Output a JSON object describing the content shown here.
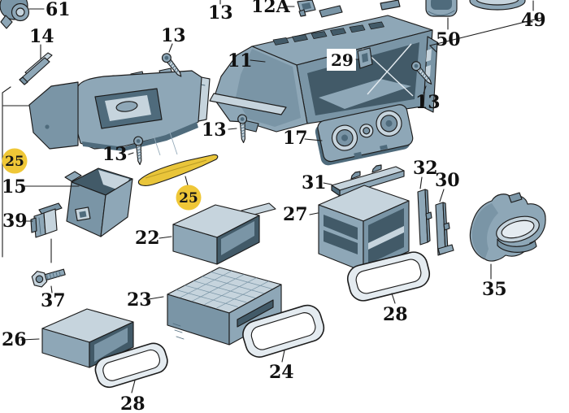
{
  "colors": {
    "background": "#ffffff",
    "part_base": "#8ea7b7",
    "part_mid": "#7a95a6",
    "part_dark": "#4f6b7c",
    "part_darker": "#425a68",
    "part_light": "#c6d4dd",
    "part_lighter": "#e4ebf0",
    "outline": "#1c1c1c",
    "highlight_fill": "#e9c53a",
    "highlight_badge": "#efc737",
    "label_text": "#111111"
  },
  "diagram": {
    "type": "exploded-parts-diagram",
    "highlighted_part_number": "25"
  },
  "labels": [
    {
      "text": "61",
      "highlighted": false
    },
    {
      "text": "14",
      "highlighted": false
    },
    {
      "text": "13",
      "highlighted": false
    },
    {
      "text": "13",
      "highlighted": false
    },
    {
      "text": "12A",
      "highlighted": false
    },
    {
      "text": "49",
      "highlighted": false
    },
    {
      "text": "50",
      "highlighted": false
    },
    {
      "text": "11",
      "highlighted": false
    },
    {
      "text": "29",
      "highlighted": false
    },
    {
      "text": "13",
      "highlighted": false
    },
    {
      "text": "13",
      "highlighted": false
    },
    {
      "text": "13",
      "highlighted": false
    },
    {
      "text": "17",
      "highlighted": false
    },
    {
      "text": "25",
      "highlighted": true
    },
    {
      "text": "15",
      "highlighted": false
    },
    {
      "text": "25",
      "highlighted": true
    },
    {
      "text": "31",
      "highlighted": false
    },
    {
      "text": "32",
      "highlighted": false
    },
    {
      "text": "30",
      "highlighted": false
    },
    {
      "text": "39",
      "highlighted": false
    },
    {
      "text": "27",
      "highlighted": false
    },
    {
      "text": "22",
      "highlighted": false
    },
    {
      "text": "35",
      "highlighted": false
    },
    {
      "text": "37",
      "highlighted": false
    },
    {
      "text": "23",
      "highlighted": false
    },
    {
      "text": "26",
      "highlighted": false
    },
    {
      "text": "28",
      "highlighted": false
    },
    {
      "text": "24",
      "highlighted": false
    },
    {
      "text": "28",
      "highlighted": false
    }
  ]
}
